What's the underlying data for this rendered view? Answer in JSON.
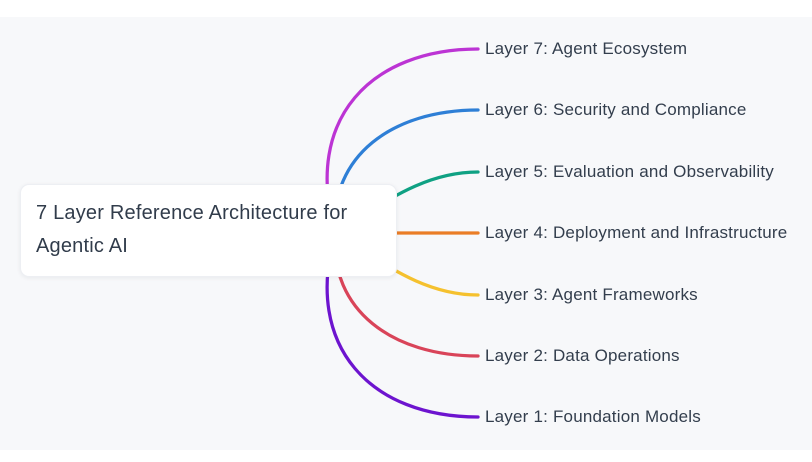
{
  "canvas": {
    "background_color": "#f7f8fa",
    "frame_color": "#ffffff"
  },
  "root": {
    "label": "7 Layer Reference Architecture for Agentic AI",
    "background_color": "#ffffff",
    "text_color": "#313c4b"
  },
  "branches": [
    {
      "label": "Layer 7: Agent Ecosystem",
      "color": "#bc34d4"
    },
    {
      "label": "Layer 6: Security and Compliance",
      "color": "#2e7fd6"
    },
    {
      "label": "Layer 5: Evaluation and Observability",
      "color": "#0fa183"
    },
    {
      "label": "Layer 4: Deployment and Infrastructure",
      "color": "#ea7d26"
    },
    {
      "label": "Layer 3: Agent Frameworks",
      "color": "#f5c12e"
    },
    {
      "label": "Layer 2: Data Operations",
      "color": "#d94459"
    },
    {
      "label": "Layer 1: Foundation Models",
      "color": "#6d14cf"
    }
  ]
}
